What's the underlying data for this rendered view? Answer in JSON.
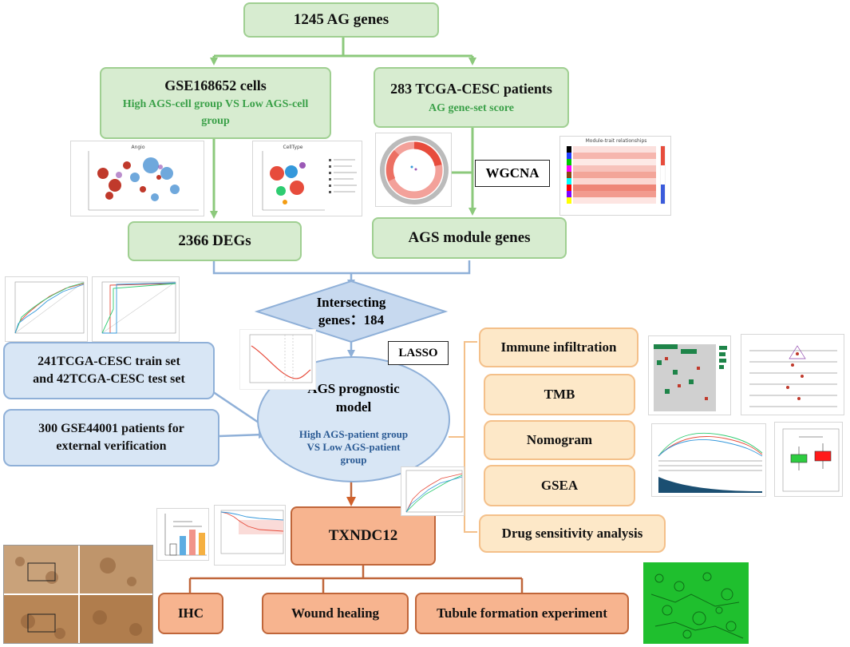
{
  "nodes": {
    "ag_genes": "1245 AG genes",
    "gse_cells": {
      "title": "GSE168652 cells",
      "subtitle": "High AGS-cell group VS Low AGS-cell group"
    },
    "tcga_patients": {
      "title": "283 TCGA-CESC patients",
      "subtitle": "AG gene-set score"
    },
    "wgcna": "WGCNA",
    "degs": "2366 DEGs",
    "ags_module": "AGS module genes",
    "intersecting": {
      "line1": "Intersecting",
      "line2": "genes：184"
    },
    "lasso": "LASSO",
    "train_test": {
      "line1": "241TCGA-CESC train set",
      "line2": "and 42TCGA-CESC test set"
    },
    "external": {
      "line1": "300 GSE44001 patients for",
      "line2": "external verification"
    },
    "model": {
      "title": "AGS prognostic model",
      "subtitle": "High AGS-patient group VS Low AGS-patient group"
    },
    "txndc12": "TXNDC12",
    "analyses": [
      "Immune infiltration",
      "TMB",
      "Nomogram",
      "GSEA",
      "Drug sensitivity analysis"
    ],
    "experiments": [
      "IHC",
      "Wound healing",
      "Tubule formation experiment"
    ]
  },
  "thumbnails": {
    "umap_angio": "Angio",
    "umap_celltype": "CellType",
    "heatmap": "Module-trait relationships"
  },
  "colors": {
    "green_fill": "#d7ecd0",
    "green_line": "#8cc97c",
    "blue_fill": "#d8e6f5",
    "blue_line": "#8fb0d8",
    "cream_fill": "#fde8c8",
    "cream_line": "#f4c08a",
    "orange_fill": "#f7b48f",
    "orange_line": "#c0663a"
  }
}
